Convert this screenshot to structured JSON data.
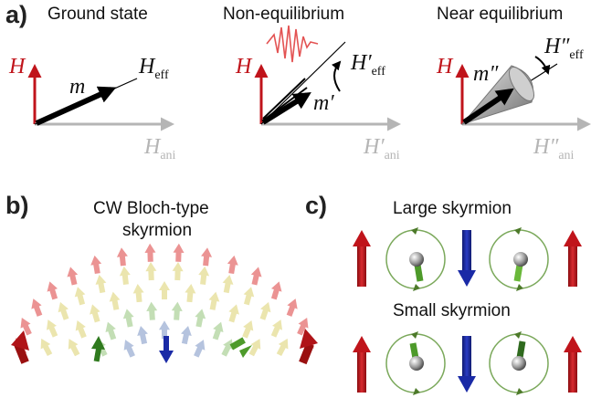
{
  "panel_a": {
    "label": "a)",
    "titles": [
      "Ground state",
      "Non-equilibrium",
      "Near equilibrium"
    ],
    "symbols": {
      "H": "H",
      "m1": "m",
      "heff1_main": "H",
      "heff1_sub": "eff",
      "hani1_main": "H",
      "hani1_sub": "ani",
      "m2": "m′",
      "heff2_main": "H′",
      "heff2_sub": "eff",
      "hani2_main": "H′",
      "hani2_sub": "ani",
      "m3": "m″",
      "heff3_main": "H″",
      "heff3_sub": "eff",
      "hani3_main": "H″",
      "hani3_sub": "ani"
    }
  },
  "panel_b": {
    "label": "b)",
    "title_line1": "CW Bloch-type",
    "title_line2": "skyrmion"
  },
  "panel_c": {
    "label": "c)",
    "title_large": "Large skyrmion",
    "title_small": "Small skyrmion"
  },
  "colors": {
    "field_red": "#c0141b",
    "anisotropy_grey": "#b5b5b5",
    "magnetization_black": "#000000",
    "skyrmion_green": "#4d8a2a",
    "core_blue": "#1a2aa6",
    "pulse_red": "#e04040"
  }
}
